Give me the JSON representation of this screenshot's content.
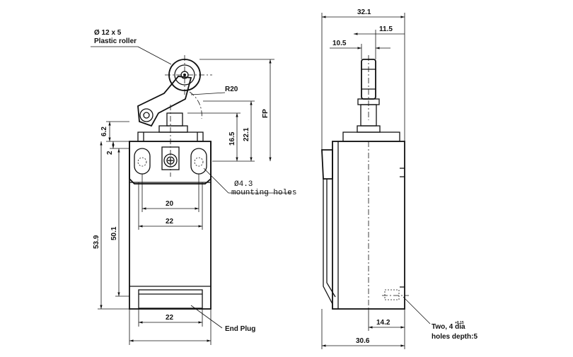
{
  "callouts": {
    "roller_size": "Ø 12 x 5",
    "roller_material": "Plastic roller",
    "radius": "R20",
    "hole_dia": "Ø4.3",
    "hole_label": "mounting holes",
    "end_plug": "End Plug",
    "side_holes_line1": "Two, 4 dia",
    "side_holes_tol": "+0.15",
    "side_holes_line2": "holes depth:5"
  },
  "front_view": {
    "dim_6_2": "6.2",
    "dim_2": "2",
    "dim_53_9": "53.9",
    "dim_50_1": "50.1",
    "dim_20": "20",
    "dim_22_top": "22",
    "dim_22_bottom": "22",
    "dim_16_5": "16.5",
    "dim_22_1": "22.1",
    "dim_fp": "FP"
  },
  "side_view": {
    "dim_32_1": "32.1",
    "dim_11_5": "11.5",
    "dim_10_5": "10.5",
    "dim_14_2": "14.2",
    "dim_30_6": "30.6"
  }
}
